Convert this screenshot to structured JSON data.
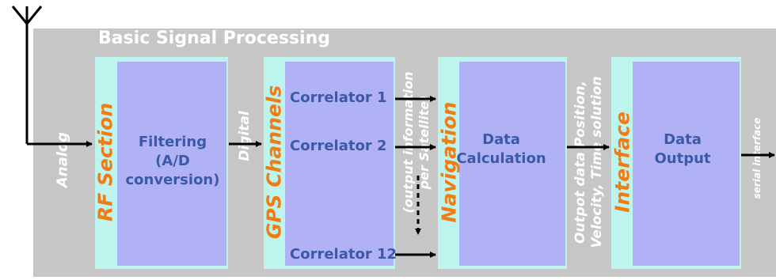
{
  "panel_title": "Basic Signal Processing",
  "rf": {
    "label": "RF Section",
    "text": "Filtering\n(A/D\nconversion)"
  },
  "gps": {
    "label": "GPS Channels",
    "correlators": [
      "Correlator 1",
      "Correlator 2",
      "Correlator 12"
    ]
  },
  "nav": {
    "label": "Navigation",
    "text": "Data\nCalculation"
  },
  "iface": {
    "label": "Interface",
    "text": "Data\nOutput"
  },
  "signals": {
    "analog": "Analog",
    "digital": "Digital",
    "per_satellite": "(output information\nper Satellite)",
    "output_data": "Outpot data Position,\nVelocity, Time solution",
    "serial": "serial interface"
  }
}
